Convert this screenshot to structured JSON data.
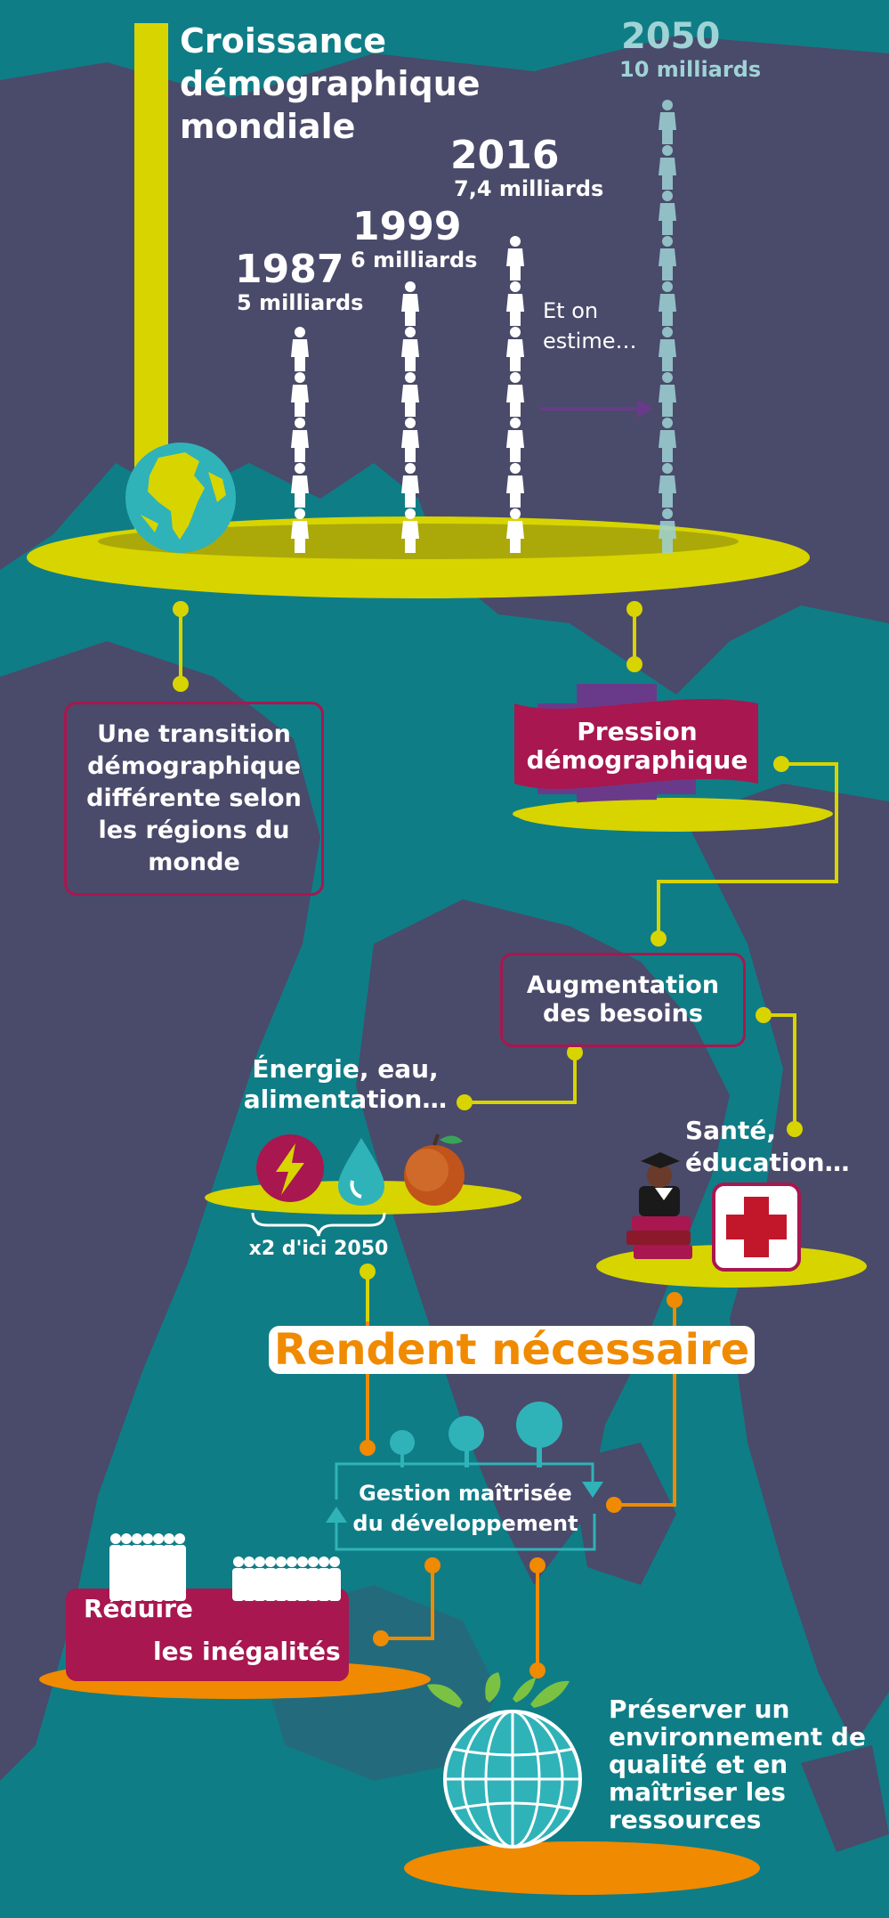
{
  "title": "Croissance démographique mondiale",
  "milestones": [
    {
      "year": "1987",
      "population": "5 milliards",
      "figures": 5
    },
    {
      "year": "1999",
      "population": "6 milliards",
      "figures": 6
    },
    {
      "year": "2016",
      "population": "7,4 milliards",
      "figures": 7
    },
    {
      "year": "2050",
      "population": "10 milliards",
      "figures": 10
    }
  ],
  "estimate_note": "Et on estime…",
  "nodes": {
    "transition": "Une transition démographique différente selon les régions du monde",
    "pression": "Pression démographique",
    "besoins": "Augmentation des besoins",
    "energie": "Énergie, eau, alimentation…",
    "energie_note": "x2 d'ici 2050",
    "sante": "Santé, éducation…",
    "rendent": "Rendent nécessaire",
    "gestion": "Gestion maîtrisée du développement",
    "reduire_line1": "Réduire",
    "reduire_line2": "les inégalités",
    "preserver": "Préserver un environnement de qualité et en maîtriser les ressources"
  },
  "icons": [
    "globe-icon",
    "lightning-icon",
    "water-drop-icon",
    "apple-icon",
    "graduate-icon",
    "red-cross-icon",
    "tree-icon",
    "people-crowd-icon",
    "globe-wireframe-icon",
    "leaf-icon"
  ],
  "colors": {
    "ocean": "#0f7d86",
    "land": "#4a4a6a",
    "yellow": "#d8d400",
    "magenta": "#a8174f",
    "orange": "#f08a00",
    "teal_pale": "#9fd3d6",
    "purple": "#6a3a8a"
  }
}
